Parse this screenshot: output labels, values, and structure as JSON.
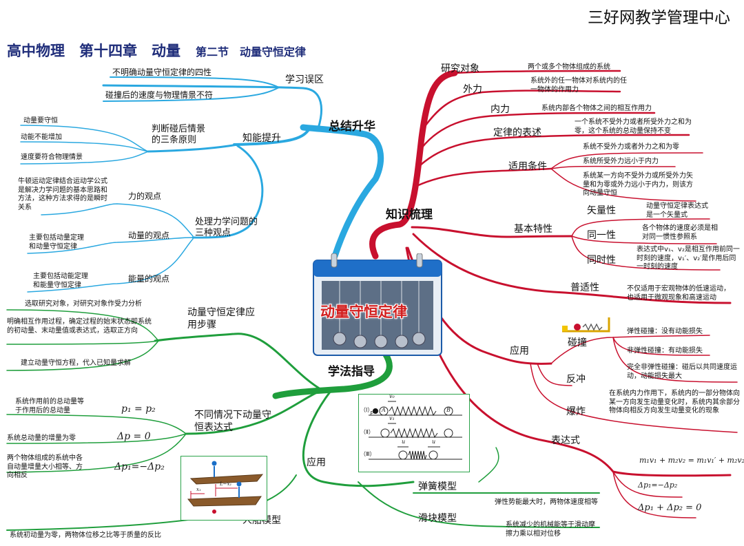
{
  "header": {
    "org": "三好网教学管理中心",
    "title_main": "高中物理　第十四章　动量",
    "title_section": "第二节　动量守恒定律"
  },
  "center": {
    "label": "动量守恒定律"
  },
  "colors": {
    "summary_branch": "#2aa8e0",
    "knowledge_branch": "#c8102e",
    "method_branch": "#1f9e3c"
  },
  "branches": {
    "summary": {
      "label": "总结升华",
      "pitfalls": {
        "label": "学习误区",
        "items": [
          "不明确动量守恒定律的四性",
          "碰撞后的速度与物理情景不符"
        ]
      },
      "abilities": {
        "label": "知能提升",
        "collision": {
          "label": "判断碰后情景的三条原则",
          "items": [
            "动量要守恒",
            "动能不能增加",
            "速度要符合物理情景"
          ]
        },
        "viewpoints": {
          "label": "处理力学问题的三种观点",
          "items": [
            {
              "label": "力的观点",
              "desc": "牛顿运动定律结合运动学公式是解决力学问题的基本思路和方法，这种方法求得的是瞬时关系"
            },
            {
              "label": "动量的观点",
              "desc": "主要包括动量定理和动量守恒定律"
            },
            {
              "label": "能量的观点",
              "desc": "主要包括动能定理和能量守恒定律"
            }
          ]
        }
      }
    },
    "knowledge": {
      "label": "知识梳理",
      "research_object": {
        "label": "研究对象",
        "desc": "两个或多个物体组成的系统"
      },
      "external_force": {
        "label": "外力",
        "desc": "系统外的任一物体对系统内的任一物体的作用力"
      },
      "internal_force": {
        "label": "内力",
        "desc": "系统内部各个物体之间的相互作用力"
      },
      "law": {
        "label": "定律的表述",
        "desc": "一个系统不受外力或者所受外力之和为零，这个系统的总动量保持不变"
      },
      "conditions": {
        "label": "适用条件",
        "items": [
          "系统不受外力或者外力之和为零",
          "系统所受外力远小于内力",
          "系统某一方向不受外力或所受外力矢量和为零或外力远小于内力，则该方向动量守恒"
        ]
      },
      "properties": {
        "label": "基本特性",
        "items": [
          {
            "label": "矢量性",
            "desc": "动量守恒定律表达式是一个矢量式"
          },
          {
            "label": "同一性",
            "desc": "各个物体的速度必须是相对同一惯性参照系"
          },
          {
            "label": "同时性",
            "desc": "表达式中v₁、v₂是相互作用前同一时刻的速度，v₁′、v₂′是作用后同一时刻的速度"
          }
        ]
      },
      "universality": {
        "label": "普适性",
        "desc": "不仅适用于宏观物体的低速运动，也适用于微观现象和高速运动"
      },
      "application": {
        "label": "应用",
        "collision": {
          "label": "碰撞",
          "items": [
            "弹性碰撞：没有动能损失",
            "非弹性碰撞：有动能损失",
            "完全非弹性碰撞：碰后以共同速度运动，动能损失最大"
          ]
        },
        "recoil": {
          "label": "反冲"
        },
        "explosion": {
          "label": "爆炸",
          "desc": "在系统内力作用下，系统内的一部分物体向某一方向发生动量变化时，系统内其余部分物体向相反方向发生动量变化的现象"
        }
      },
      "expressions": {
        "label": "表达式",
        "items": [
          "m₁v₁ + m₂v₂ = m₁v₁′ + m₂v₂′",
          "Δp₁=−Δp₂",
          "Δp₁ + Δp₂ = 0"
        ]
      }
    },
    "method": {
      "label": "学法指导",
      "steps": {
        "label": "动量守恒定律应用步骤",
        "items": [
          "选取研究对象，对研究对象作受力分析",
          "明确相互作用过程，确定过程的始末状态即系统的初动量、末动量值或表达式，选取正方向",
          "建立动量守恒方程，代入已知量求解"
        ]
      },
      "expressions": {
        "label": "不同情况下动量守恒表达式",
        "items": [
          {
            "formula": "p₁ = p₂",
            "desc": "系统作用前的总动量等于作用后的总动量"
          },
          {
            "formula": "Δp = 0",
            "desc": "系统总动量的增量为零"
          },
          {
            "formula": "Δp₁=−Δp₂",
            "desc": "两个物体组成的系统中各自动量增量大小相等、方向相反"
          }
        ]
      },
      "application": {
        "label": "应用",
        "spring": {
          "label": "弹簧模型",
          "desc": "弹性势能最大时，两物体速度相等"
        },
        "slider": {
          "label": "滑块模型",
          "desc": "系统减少的机械能等于滑动摩擦力乘以相对位移"
        },
        "boat": {
          "label": "人船模型",
          "desc": "系统初动量为零，两物体位移之比等于质量的反比"
        }
      }
    }
  },
  "figures": {
    "spring": {
      "rows": [
        "（Ⅰ）",
        "（Ⅱ）",
        "（Ⅲ）"
      ],
      "velocity_labels": [
        "v₀",
        "v₁",
        "u",
        "u"
      ],
      "body_p": "P",
      "body_a": "A",
      "body_b": "B"
    },
    "boat": {
      "labels": [
        "x₁",
        "L−x₁"
      ]
    }
  }
}
